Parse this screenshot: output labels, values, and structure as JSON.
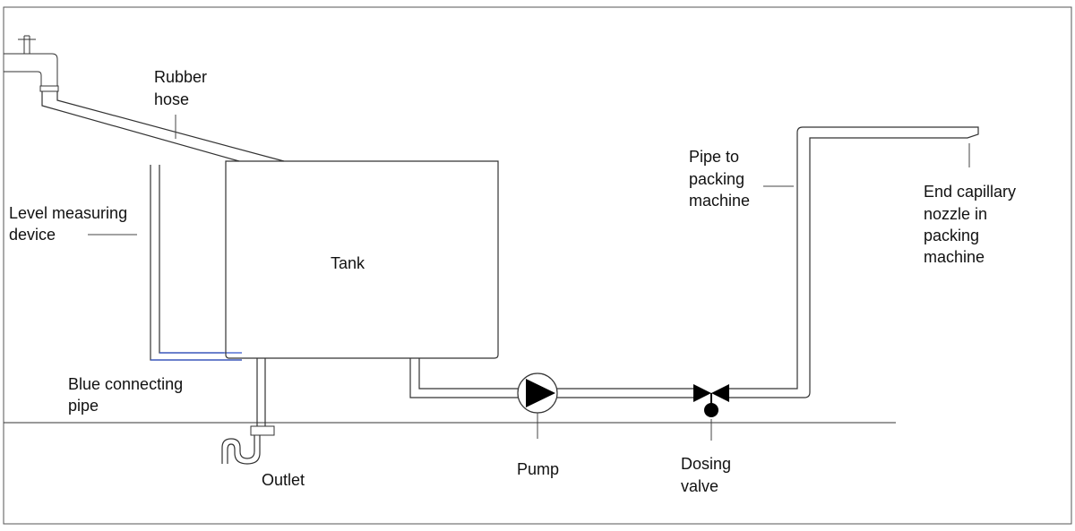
{
  "labels": {
    "rubber_hose": [
      "Rubber",
      "hose"
    ],
    "level_device": [
      "Level measuring",
      "device"
    ],
    "tank": "Tank",
    "blue_pipe": [
      "Blue connecting",
      "pipe"
    ],
    "outlet": "Outlet",
    "pump": "Pump",
    "dosing_valve": [
      "Dosing",
      "valve"
    ],
    "pipe_to_packing": [
      "Pipe to",
      "packing",
      "machine"
    ],
    "nozzle": [
      "End capillary",
      "nozzle in",
      "packing",
      "machine"
    ]
  },
  "colors": {
    "stroke": "#333333",
    "blue_pipe": "#3355cc",
    "fill_black": "#000000",
    "background": "#ffffff"
  }
}
